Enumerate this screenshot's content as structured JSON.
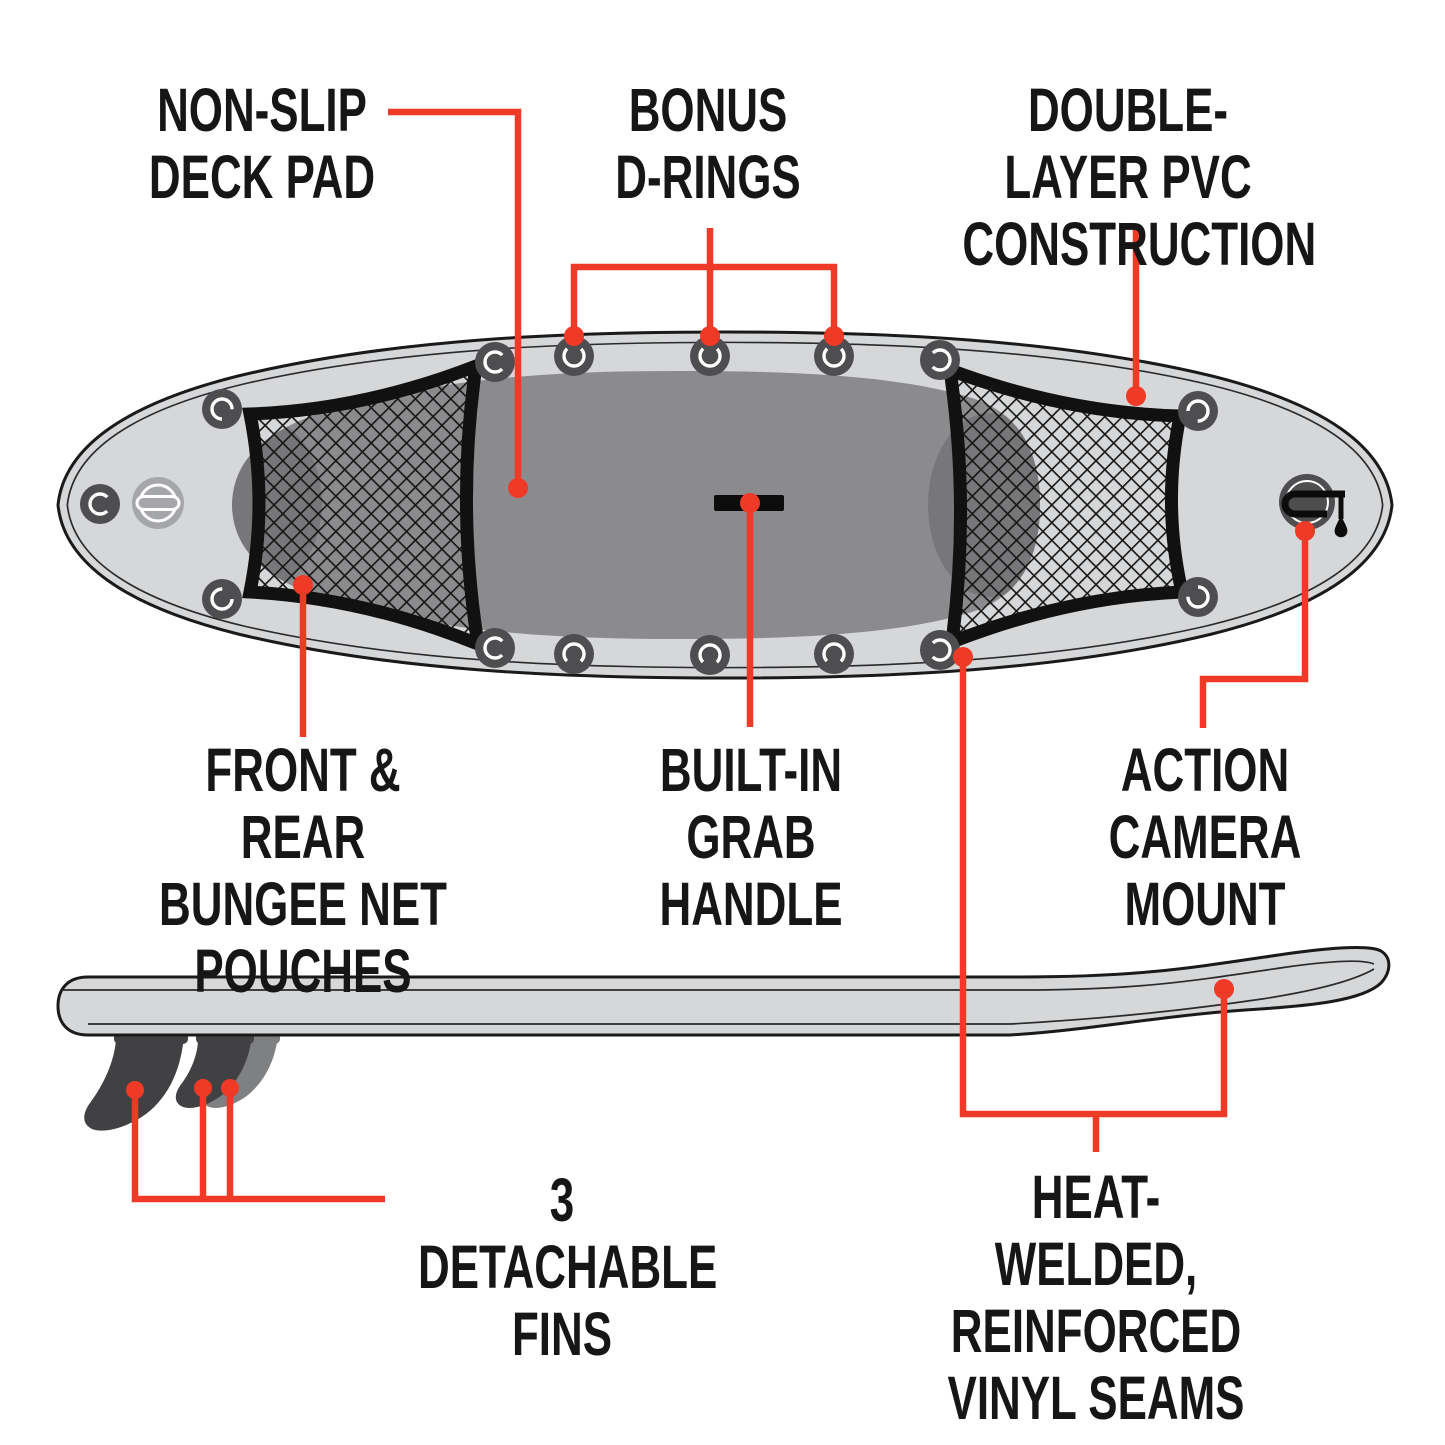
{
  "colors": {
    "accent_red": "#f03a28",
    "board_gray": "#d6d7d9",
    "board_outline": "#1a1a1a",
    "deck_pad_gray": "#8b8b8e",
    "deck_pad_dark": "#77777a",
    "dring_gray": "#4e4e51",
    "valve_gray": "#a5a6a9",
    "fin_dark": "#414144",
    "fin_light": "#7f8082",
    "text_black": "#161616",
    "background": "#ffffff"
  },
  "labels": {
    "non_slip_deck_pad": "NON-SLIP\nDECK PAD",
    "bonus_d_rings": "BONUS\nD-RINGS",
    "double_layer_pvc": "DOUBLE-LAYER PVC\nCONSTRUCTION",
    "bungee_pouches": "FRONT & REAR\nBUNGEE NET\nPOUCHES",
    "grab_handle": "BUILT-IN\nGRAB HANDLE",
    "camera_mount": "ACTION CAMERA\nMOUNT",
    "fins": "3 DETACHABLE\nFINS",
    "seams": "HEAT-WELDED,\nREINFORCED\nVINYL SEAMS"
  },
  "board": {
    "d_ring_count": 15,
    "fin_count": 3
  }
}
